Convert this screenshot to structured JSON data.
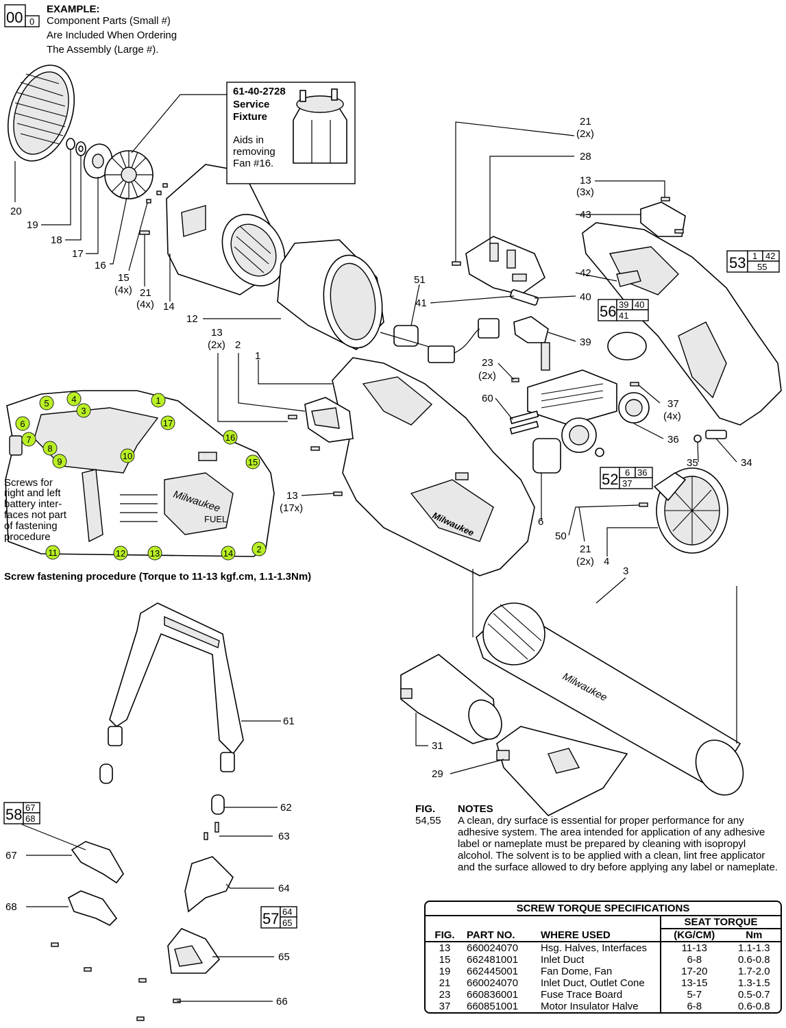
{
  "example": {
    "big_num": "00",
    "small_num": "0",
    "title": "EXAMPLE:",
    "line1": "Component Parts (Small #)",
    "line2": "Are Included When Ordering",
    "line3": "The Assembly (Large #)."
  },
  "fixture": {
    "part": "61-40-2728",
    "name1": "Service",
    "name2": "Fixture",
    "desc1": "Aids in",
    "desc2": "removing",
    "desc3": "Fan #16."
  },
  "callouts": {
    "c20": "20",
    "c19": "19",
    "c18": "18",
    "c17": "17",
    "c16": "16",
    "c15": "15",
    "c15q": "(4x)",
    "c21a": "21",
    "c21aq": "(4x)",
    "c14": "14",
    "c12": "12",
    "c13a": "13",
    "c13aq": "(2x)",
    "c2": "2",
    "c1": "1",
    "c13b": "13",
    "c13bq": "(17x)",
    "c51": "51",
    "c41": "41",
    "c21b": "21",
    "c21bq": "(2x)",
    "c28": "28",
    "c13c": "13",
    "c13cq": "(3x)",
    "c43": "43",
    "c42": "42",
    "c40": "40",
    "c39": "39",
    "c23": "23",
    "c23q": "(2x)",
    "c60": "60",
    "c37": "37",
    "c37q": "(4x)",
    "c36": "36",
    "c35": "35",
    "c34": "34",
    "c6": "6",
    "c50": "50",
    "c21c": "21",
    "c21cq": "(2x)",
    "c4": "4",
    "c3": "3",
    "c31": "31",
    "c29": "29",
    "c61": "61",
    "c62": "62",
    "c63": "63",
    "c64": "64",
    "c65": "65",
    "c66": "66",
    "c67": "67",
    "c68": "68"
  },
  "assemblies": {
    "a53": {
      "main": "53",
      "subs": [
        "1",
        "42",
        "55"
      ]
    },
    "a56": {
      "main": "56",
      "subs": [
        "39",
        "40",
        "41"
      ]
    },
    "a52": {
      "main": "52",
      "subs": [
        "6",
        "36",
        "37"
      ]
    },
    "a58": {
      "main": "58",
      "subs": [
        "67",
        "68"
      ]
    },
    "a57": {
      "main": "57",
      "subs": [
        "64",
        "65"
      ]
    }
  },
  "screw_dots": [
    "1",
    "2",
    "3",
    "4",
    "5",
    "6",
    "7",
    "8",
    "9",
    "10",
    "11",
    "12",
    "13",
    "14",
    "15",
    "16",
    "17"
  ],
  "screw_note": {
    "l1": "Screws for",
    "l2": "right and left",
    "l3": "battery inter-",
    "l4": "faces not part",
    "l5": "of fastening",
    "l6": "procedure"
  },
  "procedure_caption": "Screw fastening procedure (Torque to 11-13 kgf.cm, 1.1-1.3Nm)",
  "brand": "Milwaukee",
  "fuel": "FUEL",
  "notes": {
    "fig_label": "FIG.",
    "fig_nums": "54,55",
    "title": "NOTES",
    "text": "A clean, dry surface is essential for proper performance for any adhesive system. The area intended for application of any adhesive label or nameplate must be prepared by cleaning with isopropyl alcohol. The solvent is to be applied with a clean, lint free applicator and the surface allowed to dry before applying any label or nameplate."
  },
  "torque_table": {
    "title": "SCREW TORQUE SPECIFICATIONS",
    "seat": "SEAT TORQUE",
    "headers": [
      "FIG.",
      "PART NO.",
      "WHERE USED",
      "(KG/CM)",
      "Nm"
    ],
    "rows": [
      [
        "13",
        "660024070",
        "Hsg. Halves, Interfaces",
        "11-13",
        "1.1-1.3"
      ],
      [
        "15",
        "662481001",
        "Inlet Duct",
        "6-8",
        "0.6-0.8"
      ],
      [
        "19",
        "662445001",
        "Fan Dome, Fan",
        "17-20",
        "1.7-2.0"
      ],
      [
        "21",
        "660024070",
        "Inlet Duct, Outlet Cone",
        "13-15",
        "1.3-1.5"
      ],
      [
        "23",
        "660836001",
        "Fuse Trace Board",
        "5-7",
        "0.5-0.7"
      ],
      [
        "37",
        "660851001",
        "Motor Insulator Halve",
        "6-8",
        "0.6-0.8"
      ]
    ]
  }
}
